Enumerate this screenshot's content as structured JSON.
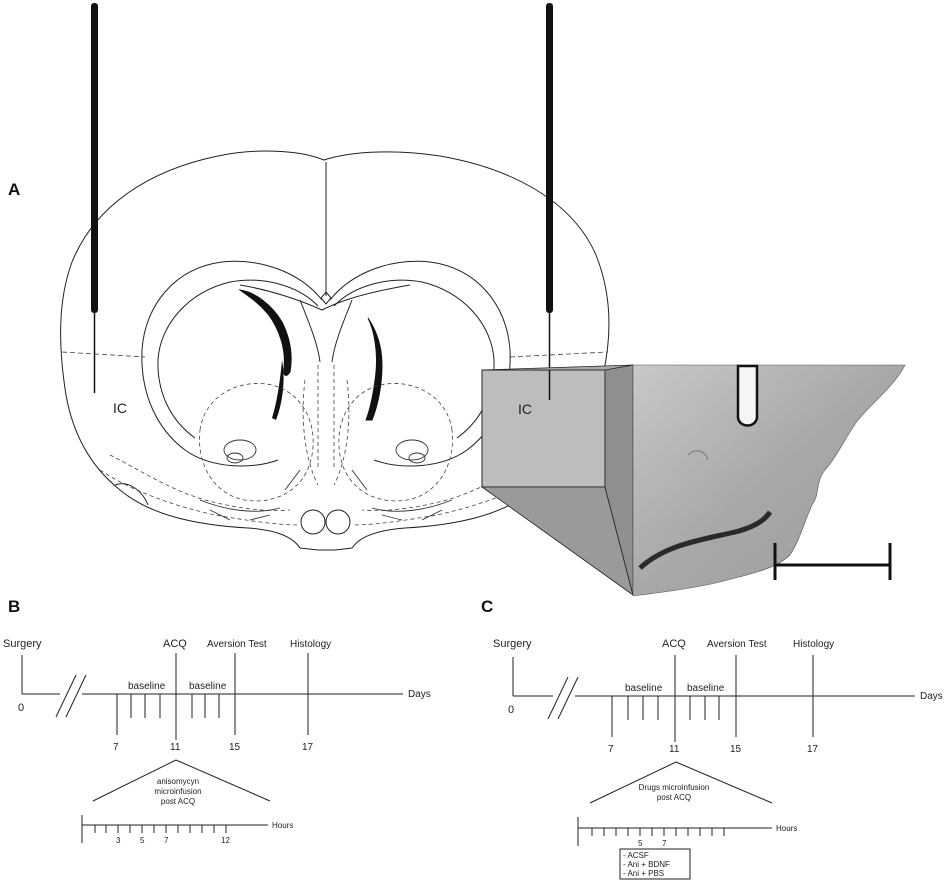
{
  "panels": {
    "a": {
      "label": "A",
      "ic_left": "IC",
      "ic_right": "IC"
    },
    "b": {
      "label": "B",
      "surgery": "Surgery",
      "acq": "ACQ",
      "aversion_test": "Aversion Test",
      "histology": "Histology",
      "baseline_1": "baseline",
      "baseline_2": "baseline",
      "days": "Days",
      "day_0": "0",
      "day_7": "7",
      "day_11": "11",
      "day_15": "15",
      "day_17": "17",
      "infusion_line1": "anisomycyn",
      "infusion_line2": "microinfusion",
      "infusion_line3": "post ACQ",
      "hours": "Hours",
      "hour_3": "3",
      "hour_5": "5",
      "hour_7": "7",
      "hour_12": "12"
    },
    "c": {
      "label": "C",
      "surgery": "Surgery",
      "acq": "ACQ",
      "aversion_test": "Aversion Test",
      "histology": "Histology",
      "baseline_1": "baseline",
      "baseline_2": "baseline",
      "days": "Days",
      "day_0": "0",
      "day_7": "7",
      "day_11": "11",
      "day_15": "15",
      "day_17": "17",
      "infusion_line1": "Drugs microinfusion",
      "infusion_line2": "post ACQ",
      "hours": "Hours",
      "hour_5": "5",
      "hour_7": "7",
      "drug_1": "- ACSF",
      "drug_2": "- Ani + BDNF",
      "drug_3": "- Ani + PBS"
    }
  }
}
